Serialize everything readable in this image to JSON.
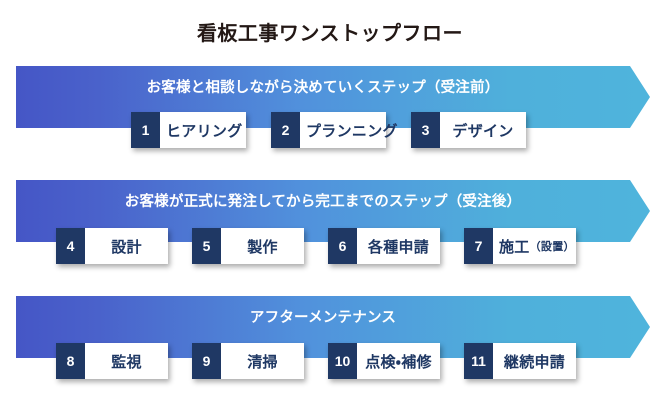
{
  "title": "看板工事ワンストップフロー",
  "theme": {
    "band_gradient_start": "#4556c6",
    "band_gradient_mid": "#5191dc",
    "band_gradient_end": "#4fb4dc",
    "step_number_bg": "#1f3864",
    "step_text_color": "#1f3864",
    "step_body_bg": "#ffffff",
    "title_color": "#231815",
    "band_label_color": "#ffffff",
    "page_bg": "#ffffff"
  },
  "bands": [
    {
      "id": "pre-order",
      "label": "お客様と相談しながら決めていくステップ（受注前）",
      "steps": [
        {
          "number": "1",
          "label": "ヒアリング",
          "sub": ""
        },
        {
          "number": "2",
          "label": "プランニング",
          "sub": ""
        },
        {
          "number": "3",
          "label": "デザイン",
          "sub": ""
        }
      ]
    },
    {
      "id": "post-order",
      "label": "お客様が正式に発注してから完工までのステップ（受注後）",
      "steps": [
        {
          "number": "4",
          "label": "設計",
          "sub": ""
        },
        {
          "number": "5",
          "label": "製作",
          "sub": ""
        },
        {
          "number": "6",
          "label": "各種申請",
          "sub": ""
        },
        {
          "number": "7",
          "label": "施工",
          "sub": "（設置）"
        }
      ]
    },
    {
      "id": "after-maintenance",
      "label": "アフターメンテナンス",
      "steps": [
        {
          "number": "8",
          "label": "監視",
          "sub": ""
        },
        {
          "number": "9",
          "label": "清掃",
          "sub": ""
        },
        {
          "number": "10",
          "label": "点検・補修",
          "sub": ""
        },
        {
          "number": "11",
          "label": "継続申請",
          "sub": ""
        }
      ]
    }
  ]
}
